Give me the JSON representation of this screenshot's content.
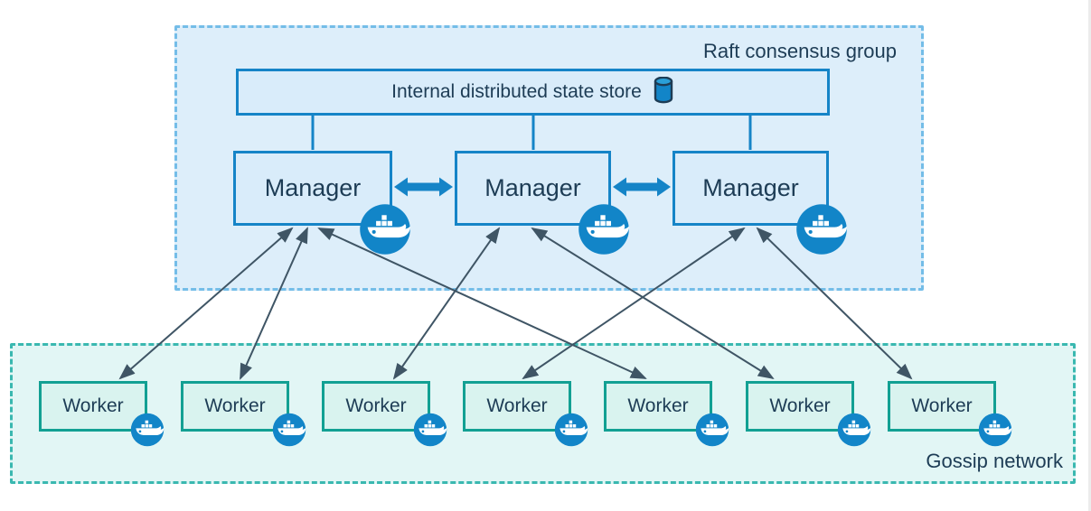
{
  "diagram": {
    "raft_group": {
      "label": "Raft consensus group"
    },
    "state_store": {
      "label": "Internal distributed state store",
      "icon": "database-cylinder-icon"
    },
    "managers": [
      {
        "id": "manager-1",
        "label": "Manager",
        "badge_icon": "docker-whale-icon"
      },
      {
        "id": "manager-2",
        "label": "Manager",
        "badge_icon": "docker-whale-icon"
      },
      {
        "id": "manager-3",
        "label": "Manager",
        "badge_icon": "docker-whale-icon"
      }
    ],
    "gossip_network": {
      "label": "Gossip network"
    },
    "workers": [
      {
        "id": "worker-1",
        "label": "Worker",
        "badge_icon": "docker-whale-icon"
      },
      {
        "id": "worker-2",
        "label": "Worker",
        "badge_icon": "docker-whale-icon"
      },
      {
        "id": "worker-3",
        "label": "Worker",
        "badge_icon": "docker-whale-icon"
      },
      {
        "id": "worker-4",
        "label": "Worker",
        "badge_icon": "docker-whale-icon"
      },
      {
        "id": "worker-5",
        "label": "Worker",
        "badge_icon": "docker-whale-icon"
      },
      {
        "id": "worker-6",
        "label": "Worker",
        "badge_icon": "docker-whale-icon"
      },
      {
        "id": "worker-7",
        "label": "Worker",
        "badge_icon": "docker-whale-icon"
      }
    ],
    "connections": {
      "store_to_managers": [
        "manager-1",
        "manager-2",
        "manager-3"
      ],
      "manager_peering": [
        {
          "from": "manager-1",
          "to": "manager-2",
          "style": "thick-double-arrow"
        },
        {
          "from": "manager-2",
          "to": "manager-3",
          "style": "thick-double-arrow"
        }
      ],
      "worker_links": [
        {
          "from": "worker-1",
          "to": "manager-1",
          "style": "double-arrow"
        },
        {
          "from": "worker-2",
          "to": "manager-1",
          "style": "double-arrow"
        },
        {
          "from": "worker-3",
          "to": "manager-2",
          "style": "double-arrow"
        },
        {
          "from": "worker-4",
          "to": "manager-3",
          "style": "double-arrow"
        },
        {
          "from": "worker-5",
          "to": "manager-1",
          "style": "double-arrow"
        },
        {
          "from": "worker-6",
          "to": "manager-2",
          "style": "double-arrow"
        },
        {
          "from": "worker-7",
          "to": "manager-3",
          "style": "double-arrow"
        }
      ]
    },
    "colors": {
      "blue_accent": "#1584c7",
      "blue_fill": "#d9ecfa",
      "raft_fill": "#ddeefa",
      "raft_dash": "#74bde8",
      "teal_accent": "#12a093",
      "worker_fill": "#d9f3ef",
      "gossip_fill": "#e2f6f5",
      "gossip_dash": "#3ab8b0",
      "link_arrow": "#3f5565",
      "badge_blue": "#1285c8",
      "text_navy": "#1d3c55"
    }
  }
}
